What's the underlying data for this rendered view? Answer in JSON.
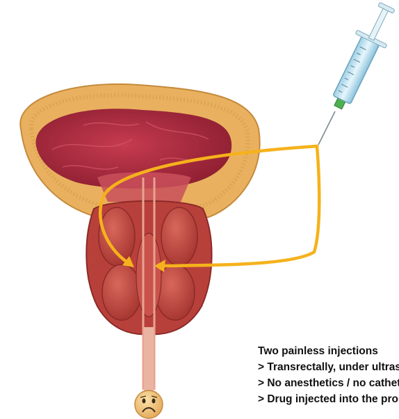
{
  "caption": {
    "heading": "Two painless injections",
    "points": [
      "> Transrectally, under ultrasound guidance",
      "> No anesthetics / no catheter",
      "> Drug injected into the prostate"
    ]
  },
  "colors": {
    "arrow": "#f5b21c",
    "bladder_wall": "#e9b15f",
    "bladder_lumen": "#a7243a",
    "prostate": "#b8403b",
    "syringe_barrel": "#bfe3f2",
    "face": "#f2c37c"
  },
  "icons": [
    "syringe-icon",
    "sad-face-icon"
  ]
}
